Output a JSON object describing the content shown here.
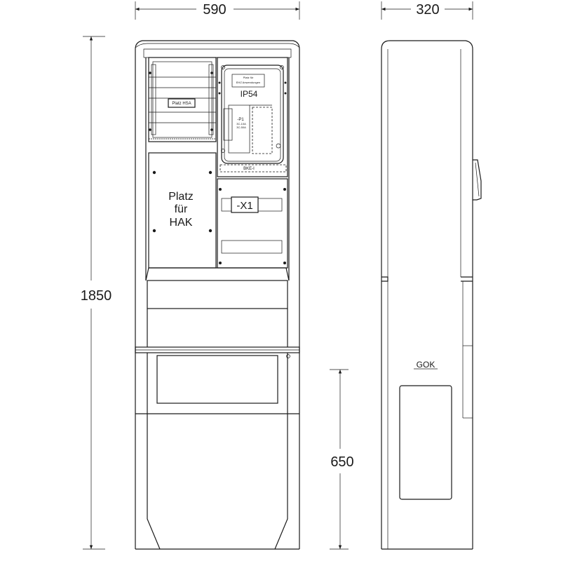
{
  "dimensions": {
    "front_width": "590",
    "side_width": "320",
    "total_height": "1850",
    "base_height": "650"
  },
  "labels": {
    "platz_hsa": "Platz HSA",
    "platz_ehz_line1": "Platz für",
    "platz_ehz_line2": "EHZ Anwendungen",
    "ip_rating": "IP54",
    "p1": "-P1",
    "p1_spec1": "3C-10A",
    "p1_spec2": "3C-50A",
    "bke": "BKE-I",
    "platz_hak_line1": "Platz",
    "platz_hak_line2": "für",
    "platz_hak_line3": "HAK",
    "x1": "-X1",
    "gok": "GOK"
  }
}
